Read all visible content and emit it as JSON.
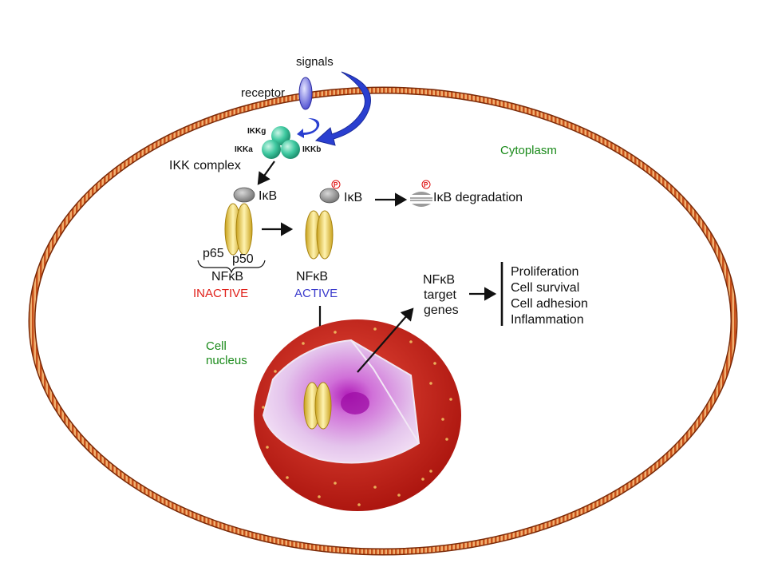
{
  "labels": {
    "signals": "signals",
    "receptor": "receptor",
    "ikk_g": "IKKg",
    "ikk_a": "IKKa",
    "ikk_b": "IKKb",
    "ikk_complex": "IKK complex",
    "cytoplasm": "Cytoplasm",
    "ikb_bound": "IκB",
    "ikb_free": "IκB",
    "ikb_degradation": "IκB degradation",
    "phospho_1": "P",
    "phospho_2": "P",
    "p65": "p65",
    "p50": "p50",
    "nfkb_inactive_name": "NFκB",
    "inactive": "INACTIVE",
    "nfkb_active_name": "NFκB",
    "active": "ACTIVE",
    "nfkb_target_1": "NFκB",
    "nfkb_target_2": "target",
    "nfkb_target_3": "genes",
    "cell_nucleus_1": "Cell",
    "cell_nucleus_2": "nucleus"
  },
  "outcomes": [
    "Proliferation",
    "Cell survival",
    "Cell adhesion",
    "Inflammation"
  ],
  "colors": {
    "membrane": "#d2691e",
    "ikk": "#3fc9a0",
    "nfkb": "#e8c94a",
    "ikb": "#8c8c8c",
    "arrow_blue": "#2a3fd0",
    "nucleus": "#c81e14",
    "nucleus_inner": "#d8a8e0"
  }
}
